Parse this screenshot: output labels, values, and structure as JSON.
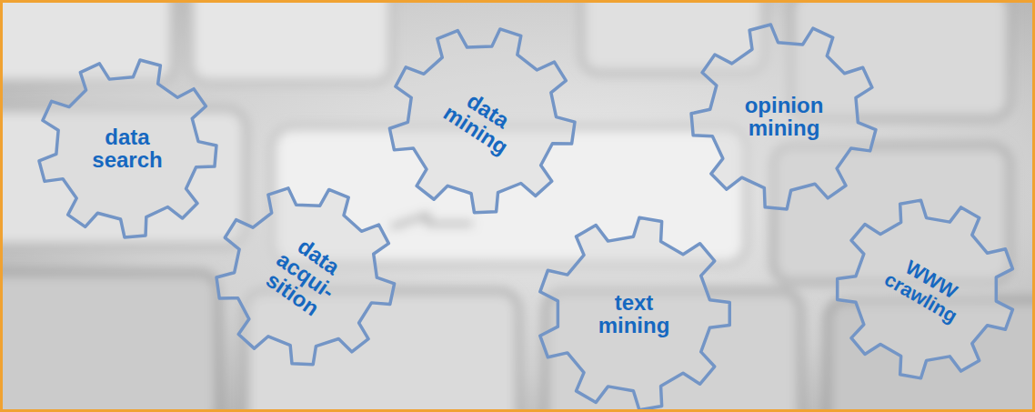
{
  "diagram": {
    "nodes": [
      {
        "text": [
          "data search"
        ]
      },
      {
        "text": [
          "data acqui- sition"
        ]
      },
      {
        "text": [
          "data mining"
        ]
      },
      {
        "text": [
          "text mining"
        ]
      },
      {
        "text": [
          "opinion mining"
        ]
      },
      {
        "text": [
          "WWW crawling"
        ]
      }
    ]
  }
}
